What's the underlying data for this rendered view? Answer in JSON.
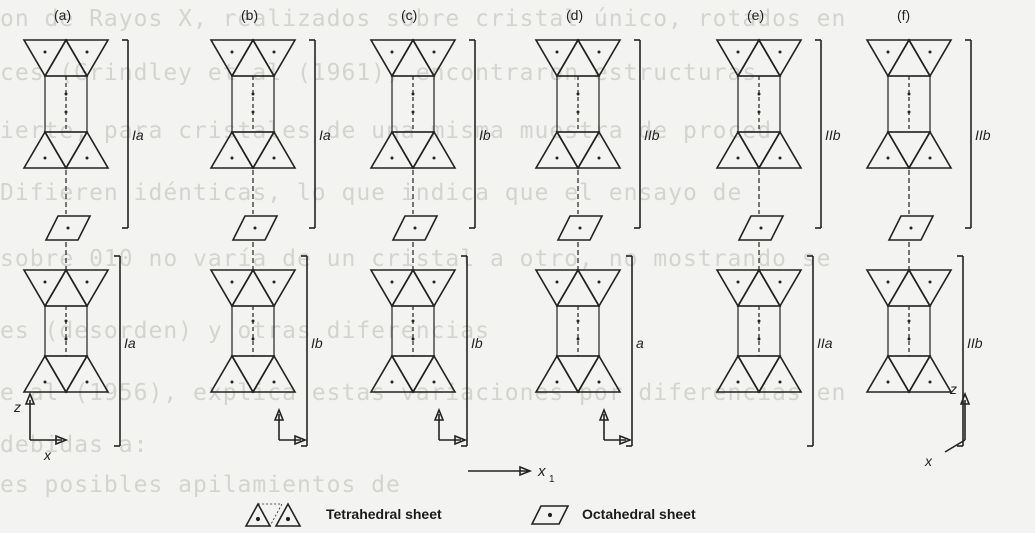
{
  "background_text": [
    "on de Rayos X, realizados sobre cristal único, rotados en",
    "ces (Grindley et al (1961), encontraron estructuras",
    "ierte, para cristales de una misma muestra de proced",
    "Difieren idénticas, lo que indica que el ensayo de",
    "sobre 010 no varía de un cristal a otro, no mostrando se",
    "es (desorden) y otras diferencias",
    "e al (1956), explica estas variaciones por diferencias en",
    "debidas a:",
    "es posibles apilamientos de"
  ],
  "panels": [
    {
      "label": "(a)",
      "upper_layer": "Ia",
      "lower_layer": "Ia"
    },
    {
      "label": "(b)",
      "upper_layer": "Ia",
      "lower_layer": "Ib"
    },
    {
      "label": "(c)",
      "upper_layer": "Ib",
      "lower_layer": "Ib"
    },
    {
      "label": "(d)",
      "upper_layer": "IIb",
      "lower_layer": "a"
    },
    {
      "label": "(e)",
      "upper_layer": "IIb",
      "lower_layer": "IIa"
    },
    {
      "label": "(f)",
      "upper_layer": "IIb",
      "lower_layer": "IIb"
    }
  ],
  "axes": {
    "z": "z",
    "x": "x",
    "x1": "x",
    "x1_sub": "1"
  },
  "legend": {
    "tetrahedral_label": "Tetrahedral sheet",
    "octahedral_label": "Octahedral sheet"
  },
  "colors": {
    "ink": "#222222",
    "ghost_text": "#d3d3cf",
    "paper": "#f3f3f1"
  }
}
